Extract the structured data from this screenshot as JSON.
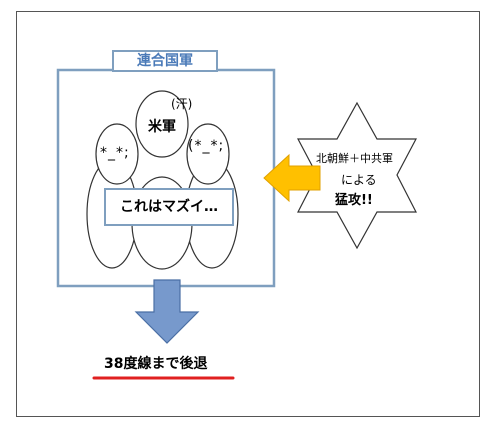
{
  "labels": {
    "coalition": "連合国軍",
    "us_army": "米軍",
    "sweat": "(汗)",
    "face_left": "*_*;",
    "face_right": "(*_*;",
    "crisis": "これはマズイ…",
    "attacker_line1": "北朝鮮＋中共軍",
    "attacker_line2": "による",
    "attacker_line3": "猛攻!!",
    "retreat": "38度線まで後退"
  },
  "colors": {
    "box_border": "#7f9fbf",
    "title_text": "#4a7ab8",
    "attack_arrow": "#ffc000",
    "retreat_arrow": "#7799cc",
    "underline": "#e02020"
  }
}
